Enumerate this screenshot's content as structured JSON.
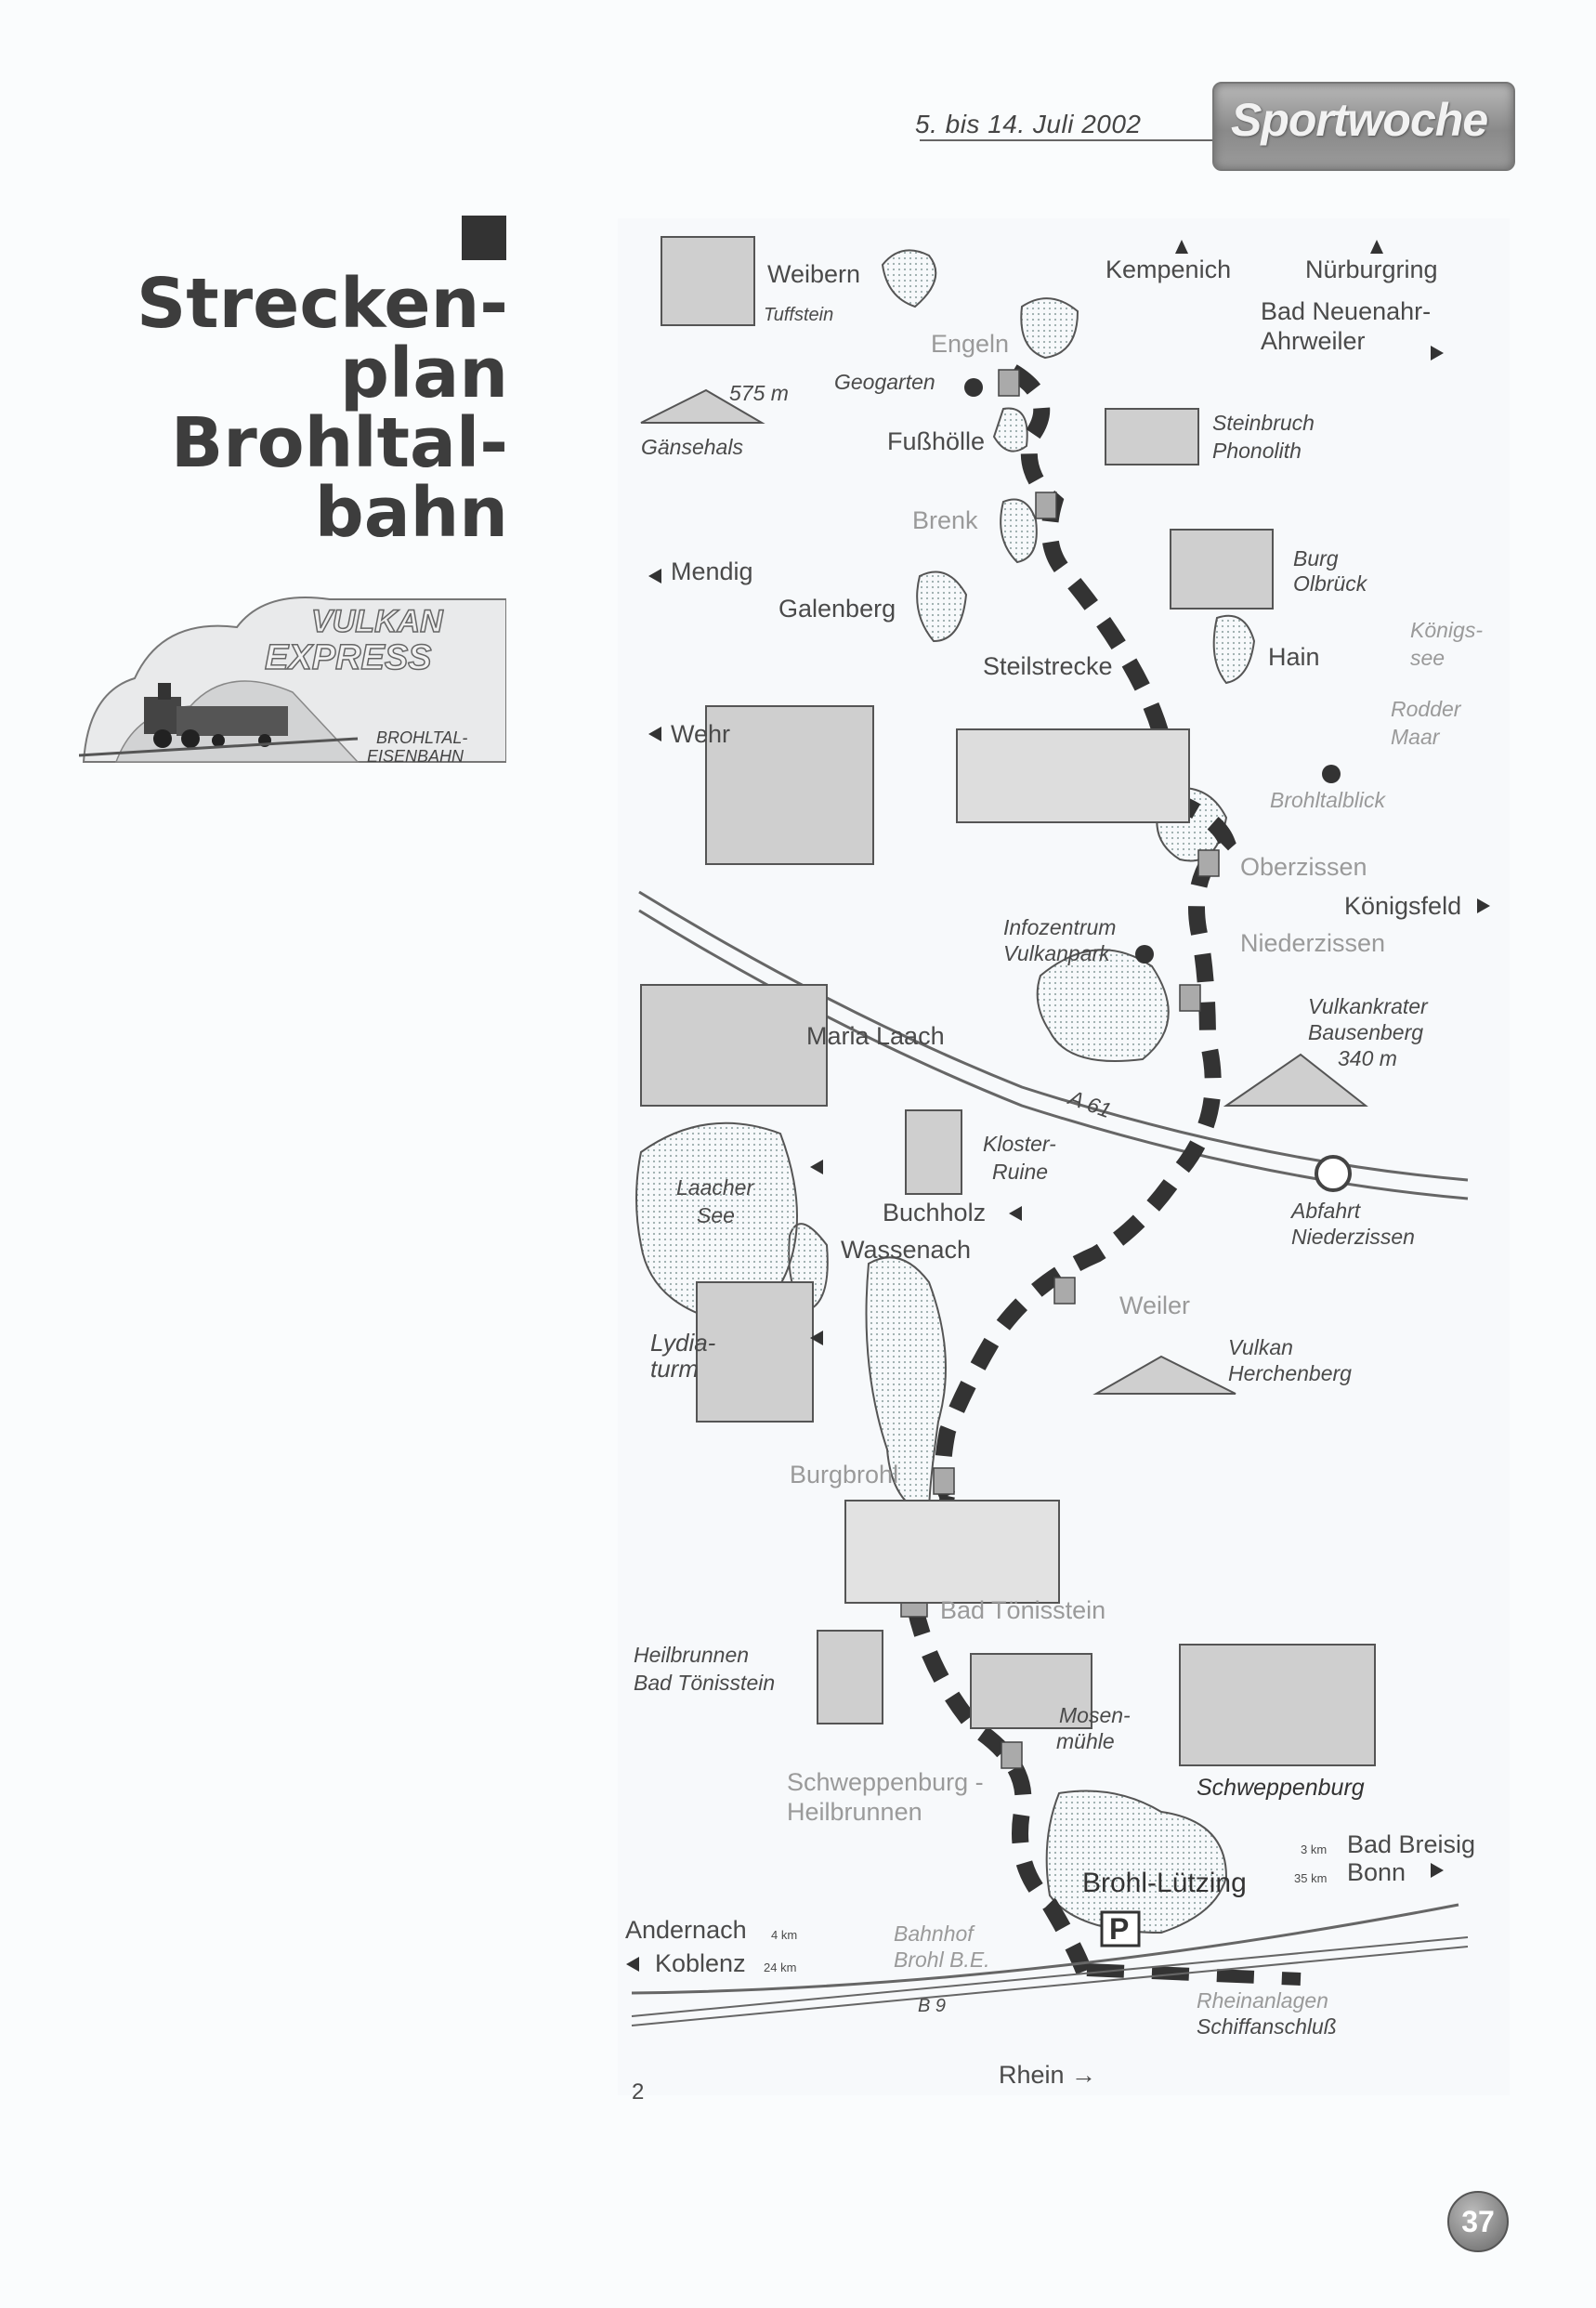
{
  "header": {
    "date_range": "5. bis 14. Juli 2002",
    "badge": "Sportwoche"
  },
  "title": {
    "lines": [
      "Strecken-",
      "plan",
      "Brohltal-",
      "bahn"
    ]
  },
  "logo": {
    "brand_top": "VULKAN",
    "brand_bottom": "EXPRESS",
    "company_line1": "BROHLTAL-",
    "company_line2": "EISENBAHN"
  },
  "map": {
    "places": {
      "weibern": "Weibern",
      "tuffstein": "Tuffstein",
      "engeln": "Engeln",
      "kempenich": "Kempenich",
      "nuerburgring": "Nürburgring",
      "bad_neuenahr_1": "Bad Neuenahr-",
      "bad_neuenahr_2": "Ahrweiler",
      "height": "575 m",
      "gaensehals": "Gänsehals",
      "geogarten": "Geogarten",
      "fusshoelle": "Fußhölle",
      "steinbruch_1": "Steinbruch",
      "steinbruch_2": "Phonolith",
      "brenk": "Brenk",
      "mendig": "Mendig",
      "galenberg": "Galenberg",
      "burg_1": "Burg",
      "burg_2": "Olbrück",
      "koenigssee_1": "Königs-",
      "koenigssee_2": "see",
      "steilstrecke": "Steilstrecke",
      "hain": "Hain",
      "rodder_1": "Rodder",
      "rodder_2": "Maar",
      "wehr": "Wehr",
      "brohltalblick": "Brohltalblick",
      "oberzissen": "Oberzissen",
      "koenigsfeld": "Königsfeld",
      "infozentrum_1": "Infozentrum",
      "infozentrum_2": "Vulkanpark",
      "niederzissen": "Niederzissen",
      "maria_laach": "Maria Laach",
      "vulkankrater_1": "Vulkankrater",
      "vulkankrater_2": "Bausenberg",
      "vulkankrater_3": "340 m",
      "a61": "A 61",
      "laacher_1": "Laacher",
      "laacher_2": "See",
      "kloster_1": "Kloster-",
      "kloster_2": "Ruine",
      "buchholz": "Buchholz",
      "abfahrt_1": "Abfahrt",
      "abfahrt_2": "Niederzissen",
      "wassenach": "Wassenach",
      "weiler": "Weiler",
      "lydia_1": "Lydia-",
      "lydia_2": "turm",
      "vulkan_1": "Vulkan",
      "vulkan_2": "Herchenberg",
      "burgbrohl": "Burgbrohl",
      "bad_toenisstein": "Bad Tönisstein",
      "heilbrunnen_1": "Heilbrunnen",
      "heilbrunnen_2": "Bad Tönisstein",
      "mosen_1": "Mosen-",
      "mosen_2": "mühle",
      "schweppenburg_station_1": "Schweppenburg -",
      "schweppenburg_station_2": "Heilbrunnen",
      "schweppenburg": "Schweppenburg",
      "bad_breisig_km": "3 km",
      "bad_breisig": "Bad Breisig",
      "bonn_km": "35 km",
      "bonn": "Bonn",
      "brohl_luetzing": "Brohl-Lützing",
      "andernach": "Andernach",
      "andernach_km": "4 km",
      "koblenz": "Koblenz",
      "koblenz_km": "24 km",
      "bahnhof_1": "Bahnhof",
      "bahnhof_2": "Brohl B.E.",
      "parking": "P",
      "b9": "B 9",
      "rheinanlagen_1": "Rheinanlagen",
      "rheinanlagen_2": "Schiffanschluß",
      "rhein": "Rhein →"
    }
  },
  "footer": {
    "page_number": "37",
    "left_mark": "2"
  }
}
